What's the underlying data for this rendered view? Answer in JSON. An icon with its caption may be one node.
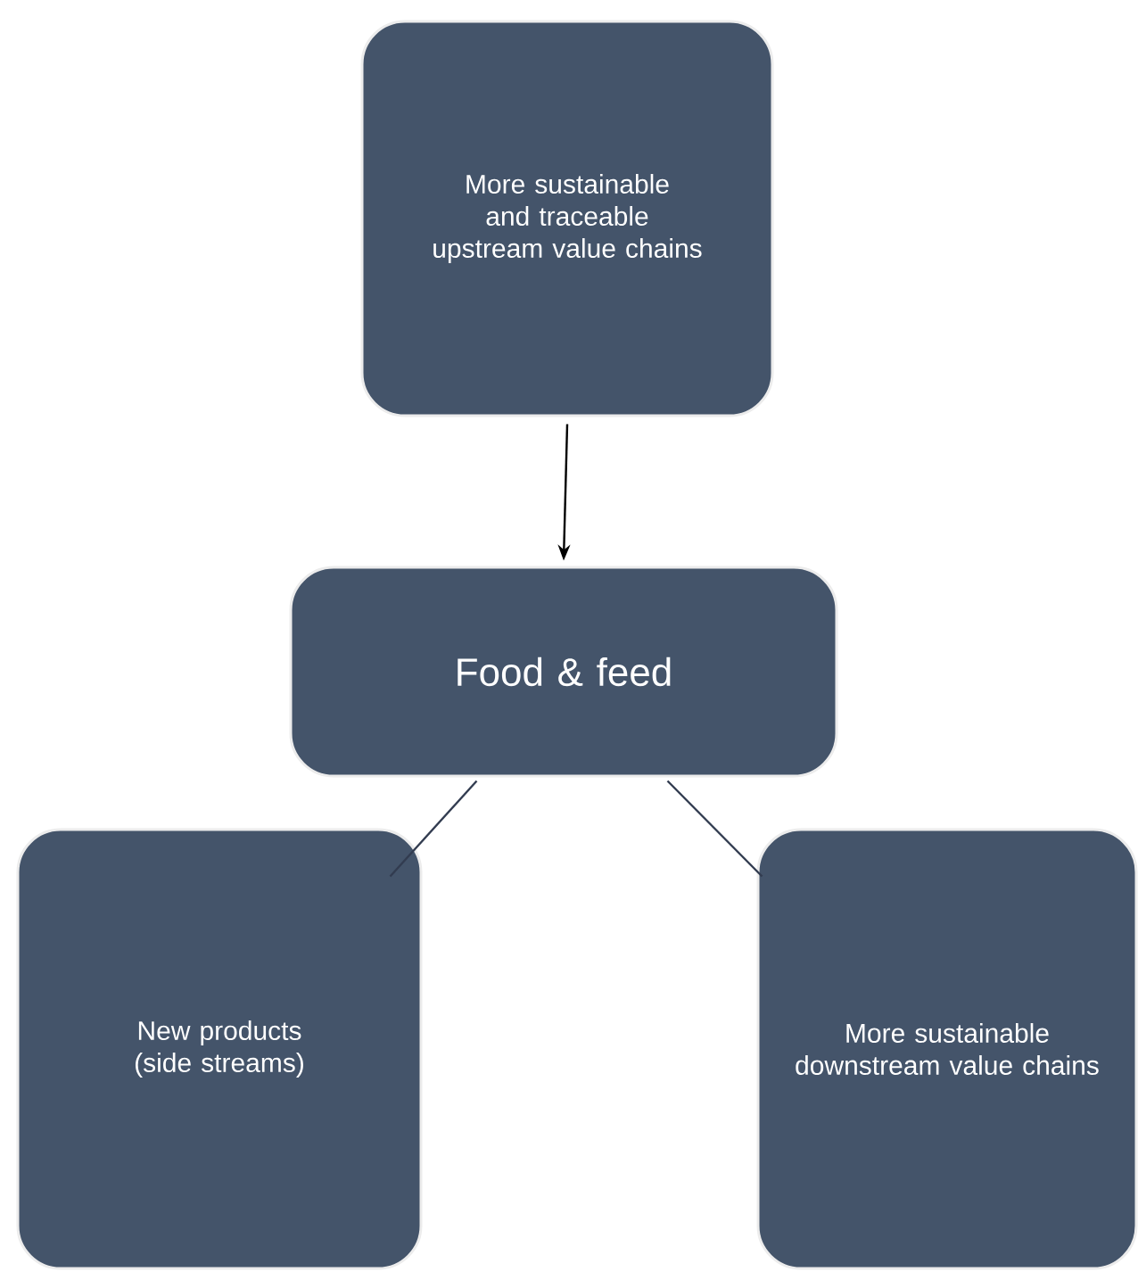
{
  "diagram": {
    "nodes": [
      {
        "text": [
          "More sustainable and traceable upstream value chains"
        ]
      },
      {
        "text": [
          "Food & feed"
        ]
      },
      {
        "text": [
          "New products (side streams)"
        ]
      },
      {
        "text": [
          "More sustainable downstream value chains"
        ]
      }
    ],
    "edges": [
      {
        "from": 0,
        "to": 1,
        "arrow": "to"
      },
      {
        "from": 1,
        "to": 2,
        "arrow": "none"
      },
      {
        "from": 1,
        "to": 3,
        "arrow": "none"
      }
    ]
  }
}
